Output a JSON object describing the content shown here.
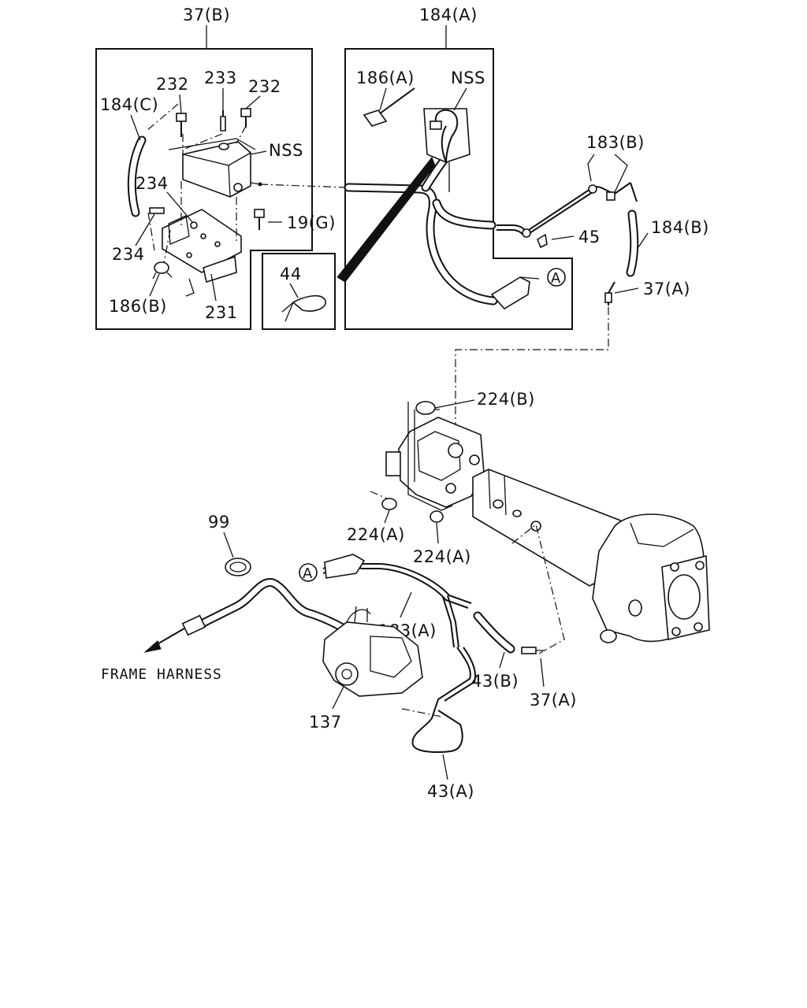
{
  "boxes": {
    "left_title": "37(B)",
    "middle_title": "184(A)"
  },
  "labels": {
    "l232a": "232",
    "l233": "233",
    "l232b": "232",
    "l184c": "184(C)",
    "lnss1": "NSS",
    "l234a": "234",
    "l234b": "234",
    "l186b": "186(B)",
    "l231": "231",
    "l19g": "19(G)",
    "l44": "44",
    "l186a": "186(A)",
    "lnss2": "NSS",
    "l183b": "183(B)",
    "l45": "45",
    "l184b": "184(B)",
    "l37a_top": "37(A)",
    "l224b": "224(B)",
    "l224a_1": "224(A)",
    "l224a_2": "224(A)",
    "l99": "99",
    "l183a": "183(A)",
    "l43b": "43(B)",
    "l37a_bottom": "37(A)",
    "l137": "137",
    "l43a": "43(A)",
    "frame_harness": "FRAME HARNESS",
    "ref_a_top": "A",
    "ref_a_bottom": "A"
  }
}
